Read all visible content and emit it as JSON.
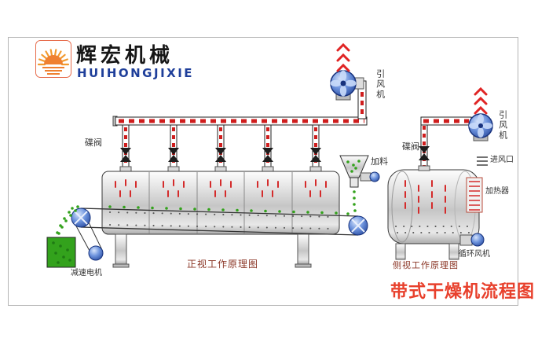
{
  "logo": {
    "company_cn": "辉宏机械",
    "company_en": "HUIHONGJIXIE"
  },
  "front_view": {
    "fan_label": "引风机",
    "valve_label": "碟阀",
    "feed_label": "加料",
    "gear_motor_label": "减速电机",
    "caption": "正视工作原理图"
  },
  "side_view": {
    "fan_label": "引风机",
    "valve_label": "碟阀",
    "air_inlet_label": "进风口",
    "heater_label": "加热器",
    "circulation_fan_label": "循环风机",
    "caption": "侧视工作原理图"
  },
  "title": "带式干燥机流程图",
  "colors": {
    "pipe_red": "#cf1d1d",
    "fan_blue": "#1d3e93",
    "material_green": "#33a21c",
    "title_red": "#e8402c",
    "logo_orange": "#f08030",
    "logo_blue": "#1f3f9a",
    "caption_maroon": "#8b3626"
  }
}
